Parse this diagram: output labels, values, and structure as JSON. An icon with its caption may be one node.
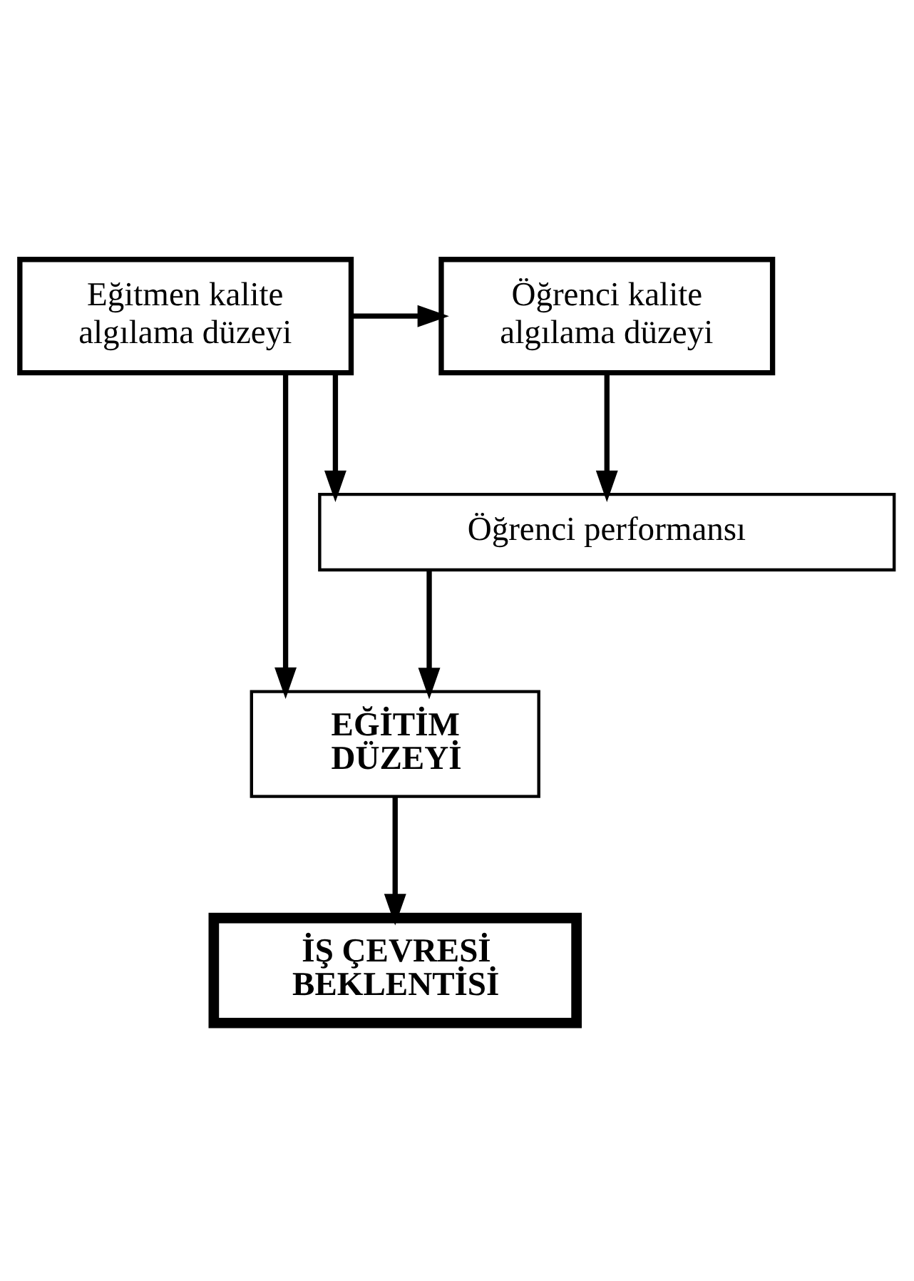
{
  "diagram": {
    "nodes": [
      {
        "text": [
          "Öğrenci kalite algılama düzeyi"
        ]
      },
      {
        "text": [
          "Eğitmen kalite algılama düzeyi"
        ]
      },
      {
        "text": [
          "Öğrenci performansı"
        ]
      },
      {
        "text": [
          "EĞİTİM DÜZEYİ"
        ]
      },
      {
        "text": [
          "İŞ ÇEVRESİ BEKLENTİSİ"
        ]
      }
    ],
    "edges": [
      {
        "from": 1,
        "to": 0,
        "arrow": "to"
      },
      {
        "from": 0,
        "to": 2,
        "arrow": "to"
      },
      {
        "from": 1,
        "to": 2,
        "arrow": "to"
      },
      {
        "from": 2,
        "to": 3,
        "arrow": "to"
      },
      {
        "from": 1,
        "to": 3,
        "arrow": "to"
      },
      {
        "from": 3,
        "to": 4,
        "arrow": "to"
      }
    ]
  }
}
